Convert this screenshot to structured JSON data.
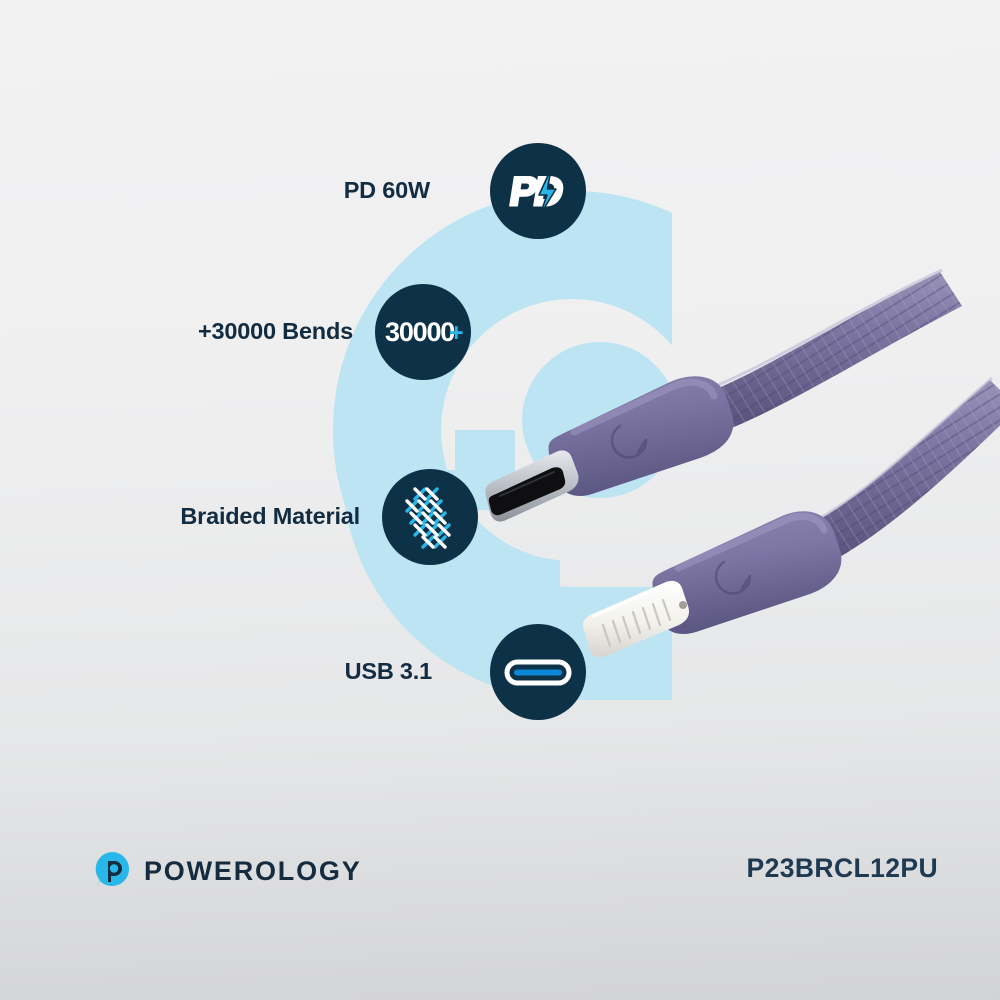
{
  "background": {
    "page_bg_top": "#f2f2f3",
    "page_bg_bottom": "#d2d3d5",
    "mark_color": "#bde4f2",
    "mark_name": "powerology-g-mark"
  },
  "theme": {
    "badge_bg": "#0d3247",
    "badge_fg": "#ffffff",
    "accent_cyan": "#29b6e8",
    "text_navy": "#122c42",
    "cable_purple": "#7a73a0",
    "cable_purple_dark": "#5d5782",
    "connector_silver": "#c9ccd2",
    "lightning_white": "#f4f3ef"
  },
  "features": [
    {
      "id": "pd",
      "label": "PD 60W",
      "icon": "pd-power-delivery-icon",
      "badge_text": "PD"
    },
    {
      "id": "bends",
      "label": "+30000 Bends",
      "icon": "bend-count-icon",
      "badge_text": "30000",
      "badge_suffix": "+"
    },
    {
      "id": "braid",
      "label": "Braided Material",
      "icon": "braided-weave-icon",
      "badge_text": ""
    },
    {
      "id": "usb",
      "label": "USB 3.1",
      "icon": "usb-c-port-icon",
      "badge_text": ""
    }
  ],
  "product": {
    "name": "braided-usb-c-to-lightning-cable",
    "connector_a": "usb-c-connector",
    "connector_b": "lightning-connector",
    "cable_type": "braided-nylon"
  },
  "footer": {
    "brand": "POWEROLOGY",
    "brand_logo": "powerology-logo-icon",
    "sku": "P23BRCL12PU"
  }
}
